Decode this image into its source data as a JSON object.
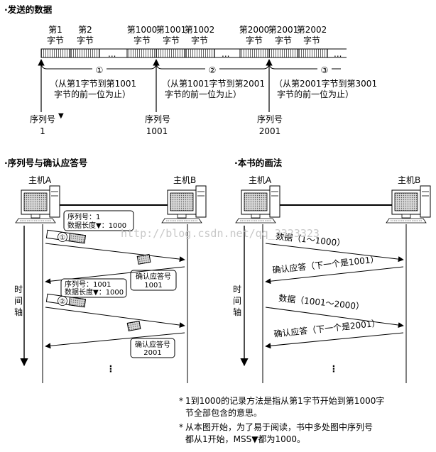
{
  "top_section": {
    "title": "·发送的数据",
    "byte_labels": [
      {
        "num": "第1",
        "unit": "字节"
      },
      {
        "num": "第2",
        "unit": "字节"
      },
      {
        "num": "第1000",
        "unit": "字节"
      },
      {
        "num": "第1001",
        "unit": "字节"
      },
      {
        "num": "第1002",
        "unit": "字节"
      },
      {
        "num": "第2000",
        "unit": "字节"
      },
      {
        "num": "第2001",
        "unit": "字节"
      },
      {
        "num": "第2002",
        "unit": "字节"
      }
    ],
    "ellipsis": "...",
    "segments": [
      {
        "marker": "①",
        "line1": "（从第1字节到第1001",
        "line2": "字节的前一位为止）"
      },
      {
        "marker": "②",
        "line1": "（从第1001字节到第2001",
        "line2": "字节的前一位为止）"
      },
      {
        "marker": "③",
        "line1": "（从第2001字节到第3001",
        "line2": "字节的前一位为止）"
      }
    ],
    "seq_markers": [
      {
        "label": "序列号",
        "value": "1"
      },
      {
        "label": "序列号",
        "value": "1001"
      },
      {
        "label": "序列号",
        "value": "2001"
      }
    ],
    "triangle": "▼"
  },
  "left_section": {
    "title": "·序列号与确认应答号",
    "host_a": "主机A",
    "host_b": "主机B",
    "time_axis": [
      "时",
      "间",
      "轴"
    ],
    "pkt1": {
      "marker": "①",
      "seq": "序列号：1",
      "len": "数据长度▼：1000"
    },
    "ack1": {
      "label": "确认应答号",
      "value": "1001"
    },
    "pkt2": {
      "marker": "②",
      "seq": "序列号：1001",
      "len": "数据长度▼：1000"
    },
    "ack2": {
      "label": "确认应答号",
      "value": "2001"
    },
    "dots": "⋮"
  },
  "right_section": {
    "title": "·本书的画法",
    "host_a": "主机A",
    "host_b": "主机B",
    "time_axis": [
      "时",
      "间",
      "轴"
    ],
    "msg1": "数据（1～1000）",
    "msg2": "确认应答（下一个是1001）",
    "msg3": "数据（1001～2000）",
    "msg4": "确认应答（下一个是2001）",
    "dots": "⋮"
  },
  "notes": [
    {
      "star": "*",
      "lines": [
        "1到1000的记录方法是指从第1字节开始到第1000字",
        "节全部包含的意思。"
      ]
    },
    {
      "star": "*",
      "lines": [
        "从本图开始，为了易于阅读，书中多处图中序列号",
        "都从1开始，MSS▼都为1000。"
      ]
    }
  ],
  "watermark": "http://blog.csdn.net/qq_3323323"
}
